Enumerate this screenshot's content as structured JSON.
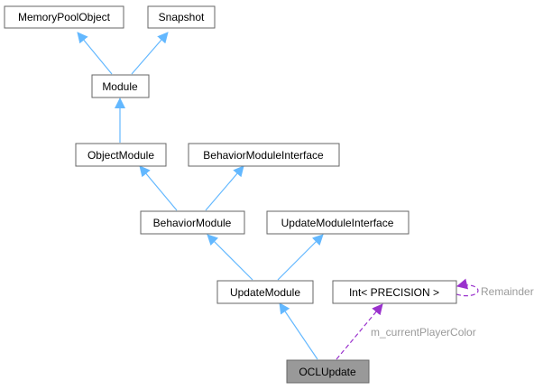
{
  "colors": {
    "inheritance": "#63b8ff",
    "usage": "#9a32cd",
    "current_fill": "#999999",
    "node_border": "#666666",
    "label_text": "#9a9a9a"
  },
  "nodes": {
    "memory_pool_object": "MemoryPoolObject",
    "snapshot": "Snapshot",
    "module": "Module",
    "object_module": "ObjectModule",
    "behavior_module_interface": "BehaviorModuleInterface",
    "behavior_module": "BehaviorModule",
    "update_module_interface": "UpdateModuleInterface",
    "update_module": "UpdateModule",
    "int_precision": "Int< PRECISION >",
    "ocl_update": "OCLUpdate"
  },
  "edge_labels": {
    "remainder": "Remainder",
    "player_color": "m_currentPlayerColor"
  }
}
